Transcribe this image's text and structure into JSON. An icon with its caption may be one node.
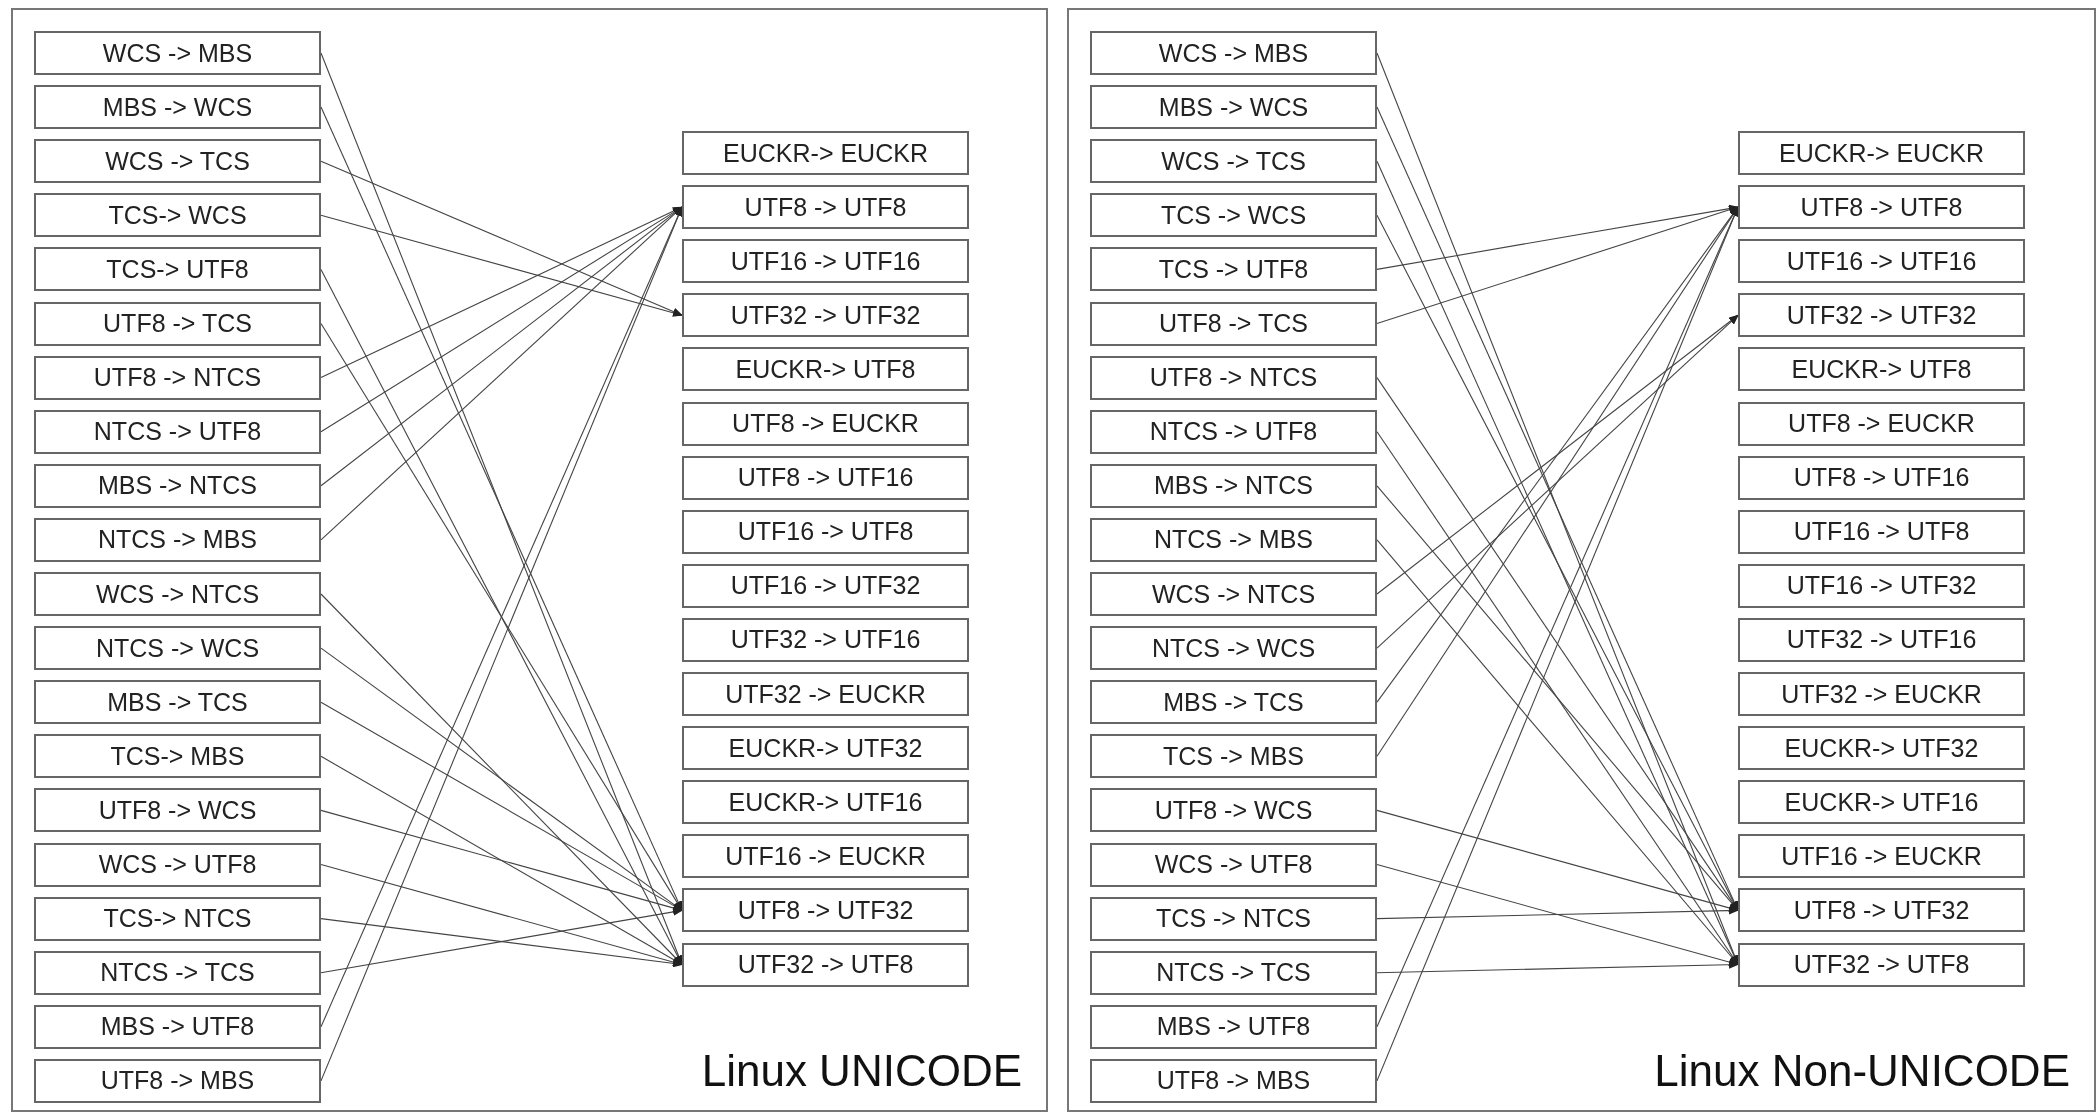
{
  "diagram": {
    "nodes": [
      {
        "text": [
          "Linux UNICODE"
        ]
      },
      {
        "text": [
          "WCS -> MBS"
        ],
        "in": 0
      },
      {
        "text": [
          "MBS -> WCS"
        ],
        "in": 0
      },
      {
        "text": [
          "WCS -> TCS"
        ],
        "in": 0
      },
      {
        "text": [
          "TCS-> WCS"
        ],
        "in": 0
      },
      {
        "text": [
          "TCS-> UTF8"
        ],
        "in": 0
      },
      {
        "text": [
          "UTF8 -> TCS"
        ],
        "in": 0
      },
      {
        "text": [
          "UTF8 -> NTCS"
        ],
        "in": 0
      },
      {
        "text": [
          "NTCS -> UTF8"
        ],
        "in": 0
      },
      {
        "text": [
          "MBS -> NTCS"
        ],
        "in": 0
      },
      {
        "text": [
          "NTCS -> MBS"
        ],
        "in": 0
      },
      {
        "text": [
          "WCS -> NTCS"
        ],
        "in": 0
      },
      {
        "text": [
          "NTCS -> WCS"
        ],
        "in": 0
      },
      {
        "text": [
          "MBS -> TCS"
        ],
        "in": 0
      },
      {
        "text": [
          "TCS-> MBS"
        ],
        "in": 0
      },
      {
        "text": [
          "UTF8 -> WCS"
        ],
        "in": 0
      },
      {
        "text": [
          "WCS -> UTF8"
        ],
        "in": 0
      },
      {
        "text": [
          "TCS-> NTCS"
        ],
        "in": 0
      },
      {
        "text": [
          "NTCS -> TCS"
        ],
        "in": 0
      },
      {
        "text": [
          "MBS -> UTF8"
        ],
        "in": 0
      },
      {
        "text": [
          "UTF8 -> MBS"
        ],
        "in": 0
      },
      {
        "text": [
          "EUCKR-> EUCKR"
        ],
        "in": 0
      },
      {
        "text": [
          "UTF8 -> UTF8"
        ],
        "in": 0
      },
      {
        "text": [
          "UTF16 -> UTF16"
        ],
        "in": 0
      },
      {
        "text": [
          "UTF32 -> UTF32"
        ],
        "in": 0
      },
      {
        "text": [
          "EUCKR-> UTF8"
        ],
        "in": 0
      },
      {
        "text": [
          "UTF8 -> EUCKR"
        ],
        "in": 0
      },
      {
        "text": [
          "UTF8 -> UTF16"
        ],
        "in": 0
      },
      {
        "text": [
          "UTF16 -> UTF8"
        ],
        "in": 0
      },
      {
        "text": [
          "UTF16 -> UTF32"
        ],
        "in": 0
      },
      {
        "text": [
          "UTF32 -> UTF16"
        ],
        "in": 0
      },
      {
        "text": [
          "UTF32 -> EUCKR"
        ],
        "in": 0
      },
      {
        "text": [
          "EUCKR-> UTF32"
        ],
        "in": 0
      },
      {
        "text": [
          "EUCKR-> UTF16"
        ],
        "in": 0
      },
      {
        "text": [
          "UTF16 -> EUCKR"
        ],
        "in": 0
      },
      {
        "text": [
          "UTF8 -> UTF32"
        ],
        "in": 0
      },
      {
        "text": [
          "UTF32 -> UTF8"
        ],
        "in": 0
      },
      {
        "text": [
          "Linux Non-UNICODE"
        ]
      },
      {
        "text": [
          "WCS -> MBS"
        ],
        "in": 37
      },
      {
        "text": [
          "MBS -> WCS"
        ],
        "in": 37
      },
      {
        "text": [
          "WCS -> TCS"
        ],
        "in": 37
      },
      {
        "text": [
          "TCS -> WCS"
        ],
        "in": 37
      },
      {
        "text": [
          "TCS -> UTF8"
        ],
        "in": 37
      },
      {
        "text": [
          "UTF8 -> TCS"
        ],
        "in": 37
      },
      {
        "text": [
          "UTF8 -> NTCS"
        ],
        "in": 37
      },
      {
        "text": [
          "NTCS -> UTF8"
        ],
        "in": 37
      },
      {
        "text": [
          "MBS -> NTCS"
        ],
        "in": 37
      },
      {
        "text": [
          "NTCS -> MBS"
        ],
        "in": 37
      },
      {
        "text": [
          "WCS -> NTCS"
        ],
        "in": 37
      },
      {
        "text": [
          "NTCS -> WCS"
        ],
        "in": 37
      },
      {
        "text": [
          "MBS -> TCS"
        ],
        "in": 37
      },
      {
        "text": [
          "TCS -> MBS"
        ],
        "in": 37
      },
      {
        "text": [
          "UTF8 -> WCS"
        ],
        "in": 37
      },
      {
        "text": [
          "WCS -> UTF8"
        ],
        "in": 37
      },
      {
        "text": [
          "TCS -> NTCS"
        ],
        "in": 37
      },
      {
        "text": [
          "NTCS -> TCS"
        ],
        "in": 37
      },
      {
        "text": [
          "MBS -> UTF8"
        ],
        "in": 37
      },
      {
        "text": [
          "UTF8 -> MBS"
        ],
        "in": 37
      },
      {
        "text": [
          "EUCKR-> EUCKR"
        ],
        "in": 37
      },
      {
        "text": [
          "UTF8 -> UTF8"
        ],
        "in": 37
      },
      {
        "text": [
          "UTF16 -> UTF16"
        ],
        "in": 37
      },
      {
        "text": [
          "UTF32 -> UTF32"
        ],
        "in": 37
      },
      {
        "text": [
          "EUCKR-> UTF8"
        ],
        "in": 37
      },
      {
        "text": [
          "UTF8 -> EUCKR"
        ],
        "in": 37
      },
      {
        "text": [
          "UTF8 -> UTF16"
        ],
        "in": 37
      },
      {
        "text": [
          "UTF16 -> UTF8"
        ],
        "in": 37
      },
      {
        "text": [
          "UTF16 -> UTF32"
        ],
        "in": 37
      },
      {
        "text": [
          "UTF32 -> UTF16"
        ],
        "in": 37
      },
      {
        "text": [
          "UTF32 -> EUCKR"
        ],
        "in": 37
      },
      {
        "text": [
          "EUCKR-> UTF32"
        ],
        "in": 37
      },
      {
        "text": [
          "EUCKR-> UTF16"
        ],
        "in": 37
      },
      {
        "text": [
          "UTF16 -> EUCKR"
        ],
        "in": 37
      },
      {
        "text": [
          "UTF8 -> UTF32"
        ],
        "in": 37
      },
      {
        "text": [
          "UTF32 -> UTF8"
        ],
        "in": 37
      }
    ],
    "edges": [
      {
        "from": 1,
        "to": 36,
        "arrow": "to"
      },
      {
        "from": 2,
        "to": 35,
        "arrow": "to"
      },
      {
        "from": 3,
        "to": 24,
        "arrow": "to"
      },
      {
        "from": 4,
        "to": 24,
        "arrow": "to"
      },
      {
        "from": 5,
        "to": 36,
        "arrow": "to"
      },
      {
        "from": 6,
        "to": 35,
        "arrow": "to"
      },
      {
        "from": 7,
        "to": 22,
        "arrow": "to"
      },
      {
        "from": 8,
        "to": 22,
        "arrow": "to"
      },
      {
        "from": 9,
        "to": 22,
        "arrow": "to"
      },
      {
        "from": 10,
        "to": 22,
        "arrow": "to"
      },
      {
        "from": 11,
        "to": 36,
        "arrow": "to"
      },
      {
        "from": 12,
        "to": 35,
        "arrow": "to"
      },
      {
        "from": 13,
        "to": 35,
        "arrow": "to"
      },
      {
        "from": 14,
        "to": 36,
        "arrow": "to"
      },
      {
        "from": 15,
        "to": 35,
        "arrow": "to"
      },
      {
        "from": 16,
        "to": 36,
        "arrow": "to"
      },
      {
        "from": 17,
        "to": 36,
        "arrow": "to"
      },
      {
        "from": 18,
        "to": 35,
        "arrow": "to"
      },
      {
        "from": 19,
        "to": 22,
        "arrow": "to"
      },
      {
        "from": 20,
        "to": 22,
        "arrow": "to"
      },
      {
        "from": 38,
        "to": 73,
        "arrow": "to"
      },
      {
        "from": 39,
        "to": 72,
        "arrow": "to"
      },
      {
        "from": 40,
        "to": 73,
        "arrow": "to"
      },
      {
        "from": 41,
        "to": 72,
        "arrow": "to"
      },
      {
        "from": 42,
        "to": 59,
        "arrow": "to"
      },
      {
        "from": 43,
        "to": 59,
        "arrow": "to"
      },
      {
        "from": 44,
        "to": 72,
        "arrow": "to"
      },
      {
        "from": 45,
        "to": 73,
        "arrow": "to"
      },
      {
        "from": 46,
        "to": 72,
        "arrow": "to"
      },
      {
        "from": 47,
        "to": 73,
        "arrow": "to"
      },
      {
        "from": 48,
        "to": 61,
        "arrow": "to"
      },
      {
        "from": 49,
        "to": 61,
        "arrow": "to"
      },
      {
        "from": 50,
        "to": 59,
        "arrow": "to"
      },
      {
        "from": 51,
        "to": 59,
        "arrow": "to"
      },
      {
        "from": 52,
        "to": 72,
        "arrow": "to"
      },
      {
        "from": 53,
        "to": 73,
        "arrow": "to"
      },
      {
        "from": 54,
        "to": 72,
        "arrow": "to"
      },
      {
        "from": 55,
        "to": 73,
        "arrow": "to"
      },
      {
        "from": 56,
        "to": 59,
        "arrow": "to"
      },
      {
        "from": 57,
        "to": 59,
        "arrow": "to"
      }
    ]
  }
}
